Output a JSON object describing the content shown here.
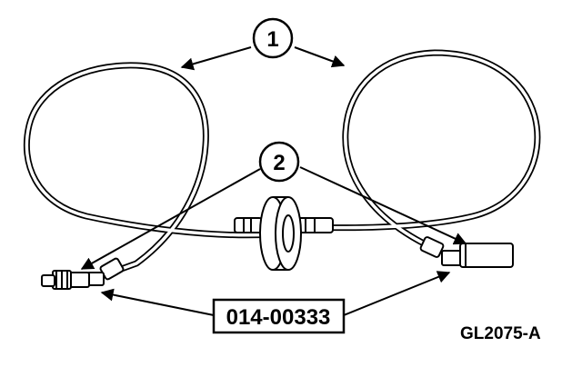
{
  "diagram": {
    "callouts": [
      {
        "label": "1",
        "refers_to": "hose"
      },
      {
        "label": "2",
        "refers_to": "connector"
      }
    ],
    "part_number": "014-00333",
    "figure_id": "GL2075-A"
  },
  "colors": {
    "ink": "#000000",
    "paper": "#ffffff"
  }
}
